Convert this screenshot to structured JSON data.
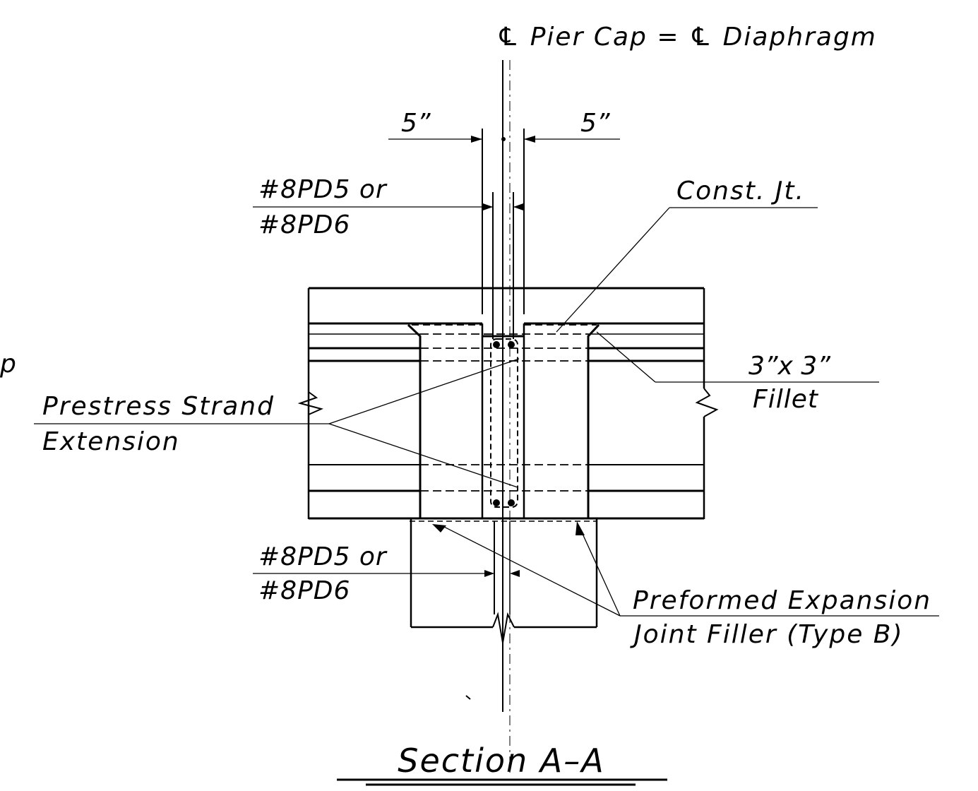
{
  "labels": {
    "centerline": "℄ Pier Cap = ℄ Diaphragm",
    "dim_left": "5”",
    "dim_right": "5”",
    "top_bar_line1": "#8PD5 or",
    "top_bar_line2": "#8PD6",
    "const_jt": "Const. Jt.",
    "fillet_line1": "3”x 3”",
    "fillet_line2": "Fillet",
    "strand_line1": "Prestress Strand",
    "strand_line2": "Extension",
    "bottom_bar_line1": "#8PD5 or",
    "bottom_bar_line2": "#8PD6",
    "filler_line1": "Preformed Expansion",
    "filler_line2": "Joint Filler (Type B)",
    "left_edge_fragment": "p",
    "section_title": "Section A–A"
  }
}
